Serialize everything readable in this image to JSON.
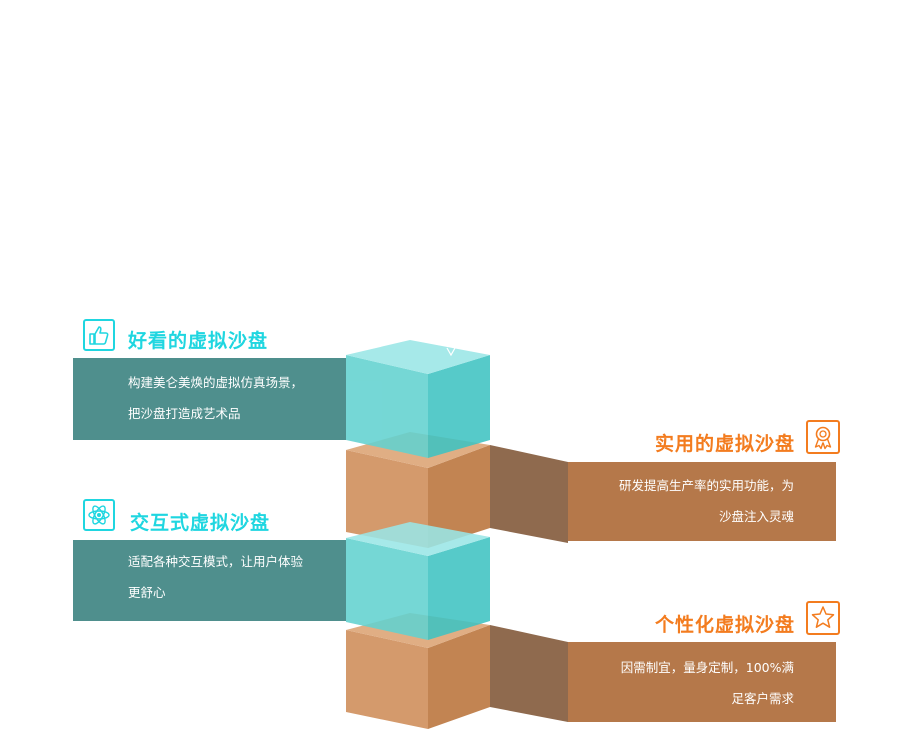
{
  "colors": {
    "teal_accent": "#1fd6e0",
    "teal_panel": "#4f8f8d",
    "orange_accent": "#f37c1f",
    "orange_panel": "#b5784a"
  },
  "features": [
    {
      "title": "好看的虚拟沙盘",
      "desc_line1": "构建美仑美焕的虚拟仿真场景，",
      "desc_line2": "把沙盘打造成艺术品",
      "icon": "thumbs-up-icon"
    },
    {
      "title": "实用的虚拟沙盘",
      "desc_line1": "研发提高生产率的实用功能，为",
      "desc_line2": "沙盘注入灵魂",
      "icon": "award-ribbon-icon"
    },
    {
      "title": "交互式虚拟沙盘",
      "desc_line1": "适配各种交互模式，让用户体验",
      "desc_line2": "更舒心",
      "icon": "atom-icon"
    },
    {
      "title": "个性化虚拟沙盘",
      "desc_line1": "因需制宜，量身定制，100%满",
      "desc_line2": "足客户需求",
      "icon": "star-badge-icon"
    }
  ]
}
